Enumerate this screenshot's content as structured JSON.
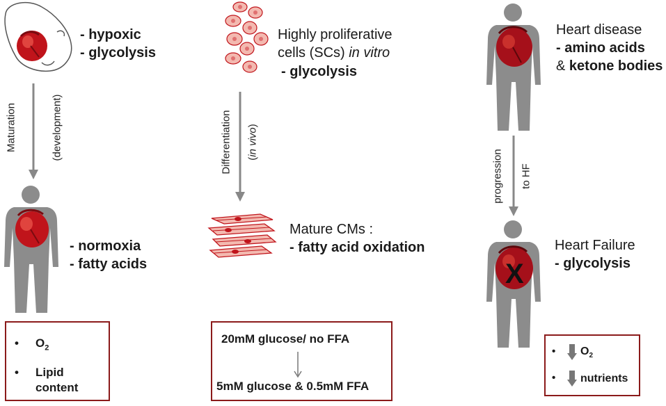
{
  "colors": {
    "body_grey": "#8c8c8c",
    "heart_red": "#c0141b",
    "heart_dark": "#7a0b10",
    "arrow_grey": "#888888",
    "box_border": "#8b1a1a",
    "cell_fill": "#f3b9b0",
    "cell_nucleus": "#e07070"
  },
  "col1": {
    "top": {
      "line1": "- hypoxic",
      "line2": "- glycolysis"
    },
    "arrow_label1": "Maturation",
    "arrow_label2": "(development)",
    "bottom": {
      "line1": "- normoxia",
      "line2": "- fatty acids"
    },
    "box": {
      "item1_main": "O",
      "item1_sub": "2",
      "item2_line1": "Lipid",
      "item2_line2": "content"
    }
  },
  "col2": {
    "top": {
      "line1": "Highly proliferative",
      "line2_a": "cells (SCs) ",
      "line2_b": "in vitro",
      "line3": "- glycolysis"
    },
    "arrow_label1": "Differentiation",
    "arrow_label2_a": "(",
    "arrow_label2_b": "in vivo",
    "arrow_label2_c": ")",
    "bottom": {
      "line1": "Mature CMs :",
      "line2": "- fatty acid oxidation"
    },
    "box": {
      "line1": "20mM glucose/ no FFA",
      "line2": "5mM glucose & 0.5mM FFA"
    }
  },
  "col3": {
    "top": {
      "line1": "Heart disease",
      "line2": "- amino acids",
      "line3_a": "& ",
      "line3_b": "ketone bodies"
    },
    "arrow_label1": "progression",
    "arrow_label2": "to HF",
    "bottom": {
      "line1": "Heart Failure",
      "line2": "- glycolysis",
      "mark": "X"
    },
    "box": {
      "item1_main": "O",
      "item1_sub": "2",
      "item2": "nutrients"
    }
  }
}
